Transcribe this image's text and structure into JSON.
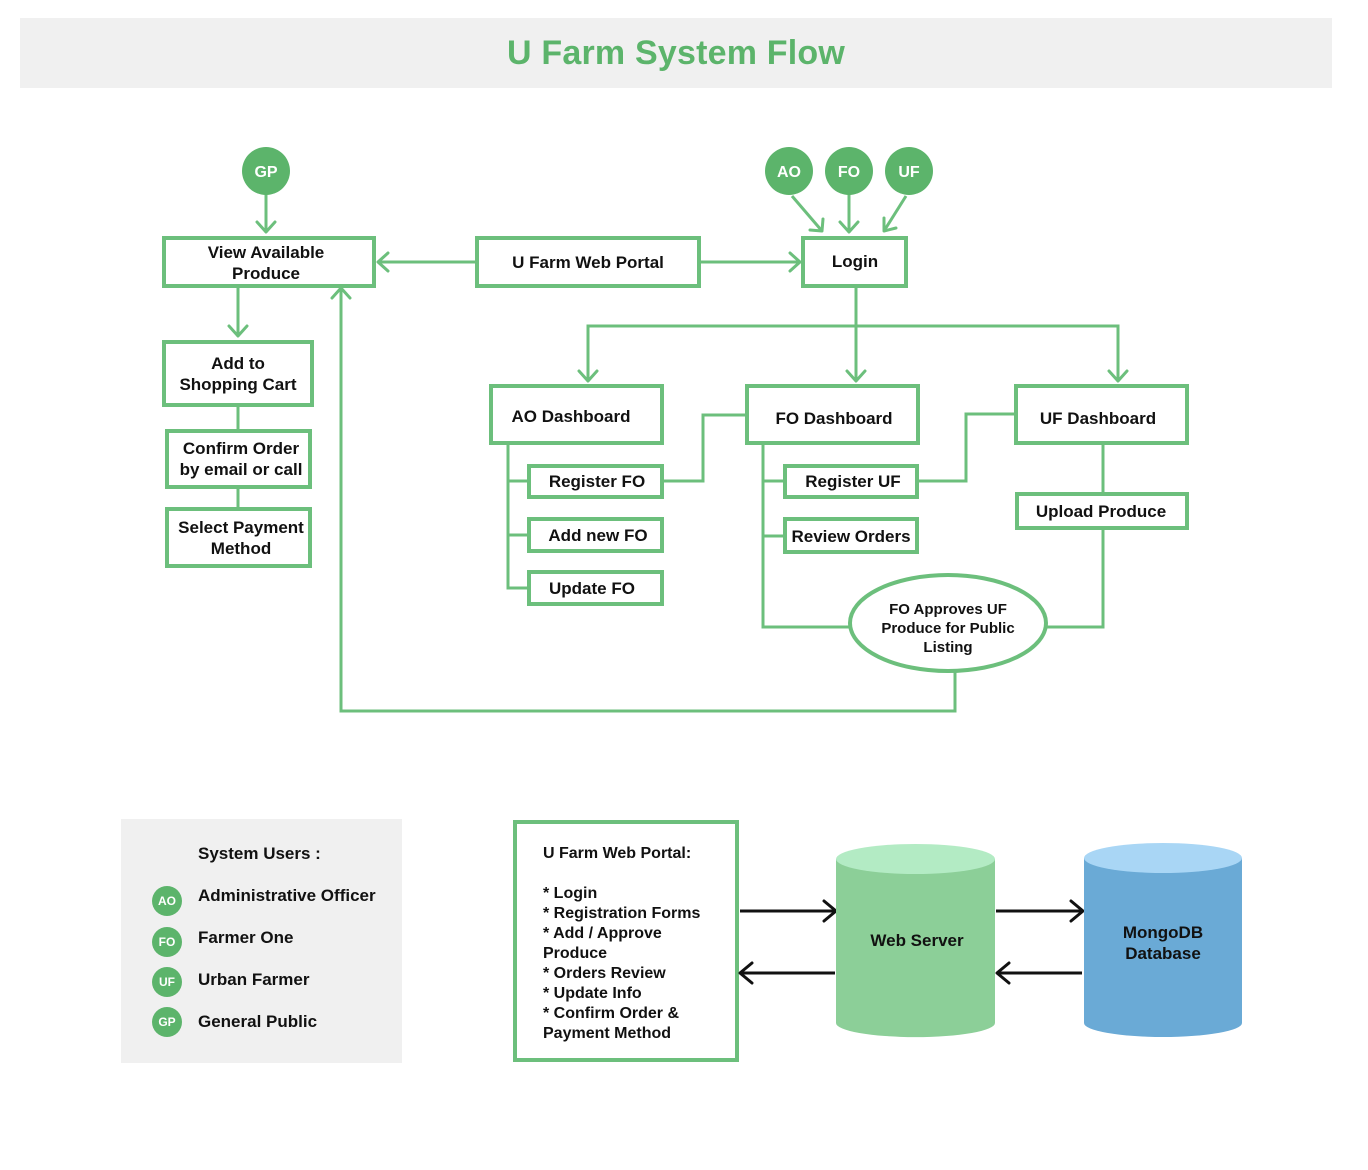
{
  "title": "U Farm System Flow",
  "actors": {
    "gp": "GP",
    "ao": "AO",
    "fo": "FO",
    "uf": "UF"
  },
  "nodes": {
    "view_available_produce": [
      "View Available",
      "Produce"
    ],
    "web_portal": "U Farm Web Portal",
    "login": "Login",
    "add_to_cart": [
      "Add to",
      "Shopping Cart"
    ],
    "confirm_order": [
      "Confirm Order",
      "by email or call"
    ],
    "select_payment": [
      "Select Payment",
      "Method"
    ],
    "ao_dashboard": "AO Dashboard",
    "fo_dashboard": "FO Dashboard",
    "uf_dashboard": "UF Dashboard",
    "register_fo": "Register FO",
    "add_new_fo": "Add new FO",
    "update_fo": "Update FO",
    "register_uf": "Register UF",
    "review_orders": "Review Orders",
    "upload_produce": "Upload Produce",
    "fo_approves": [
      "FO Approves UF",
      "Produce for Public",
      "Listing"
    ]
  },
  "legend": {
    "title": "System Users :",
    "items": [
      {
        "code": "AO",
        "label": "Administrative Officer"
      },
      {
        "code": "FO",
        "label": "Farmer One"
      },
      {
        "code": "UF",
        "label": "Urban Farmer"
      },
      {
        "code": "GP",
        "label": "General Public"
      }
    ]
  },
  "portal_features": {
    "heading": "U Farm Web Portal:",
    "lines": [
      "* Login",
      "* Registration Forms",
      "* Add / Approve",
      "Produce",
      "* Orders Review",
      "* Update Info",
      "* Confirm Order &",
      "Payment Method"
    ]
  },
  "architecture": {
    "web_server": "Web Server",
    "database": [
      "MongoDB",
      "Database"
    ]
  },
  "colors": {
    "accent_green": "#5cb46b",
    "line_green": "#6cbf7c",
    "server_green": "#8ccf98",
    "server_top": "#b3ebc4",
    "db_blue": "#6aaad6",
    "db_top": "#a9d6f5",
    "panel_gray": "#f0f0f0"
  }
}
